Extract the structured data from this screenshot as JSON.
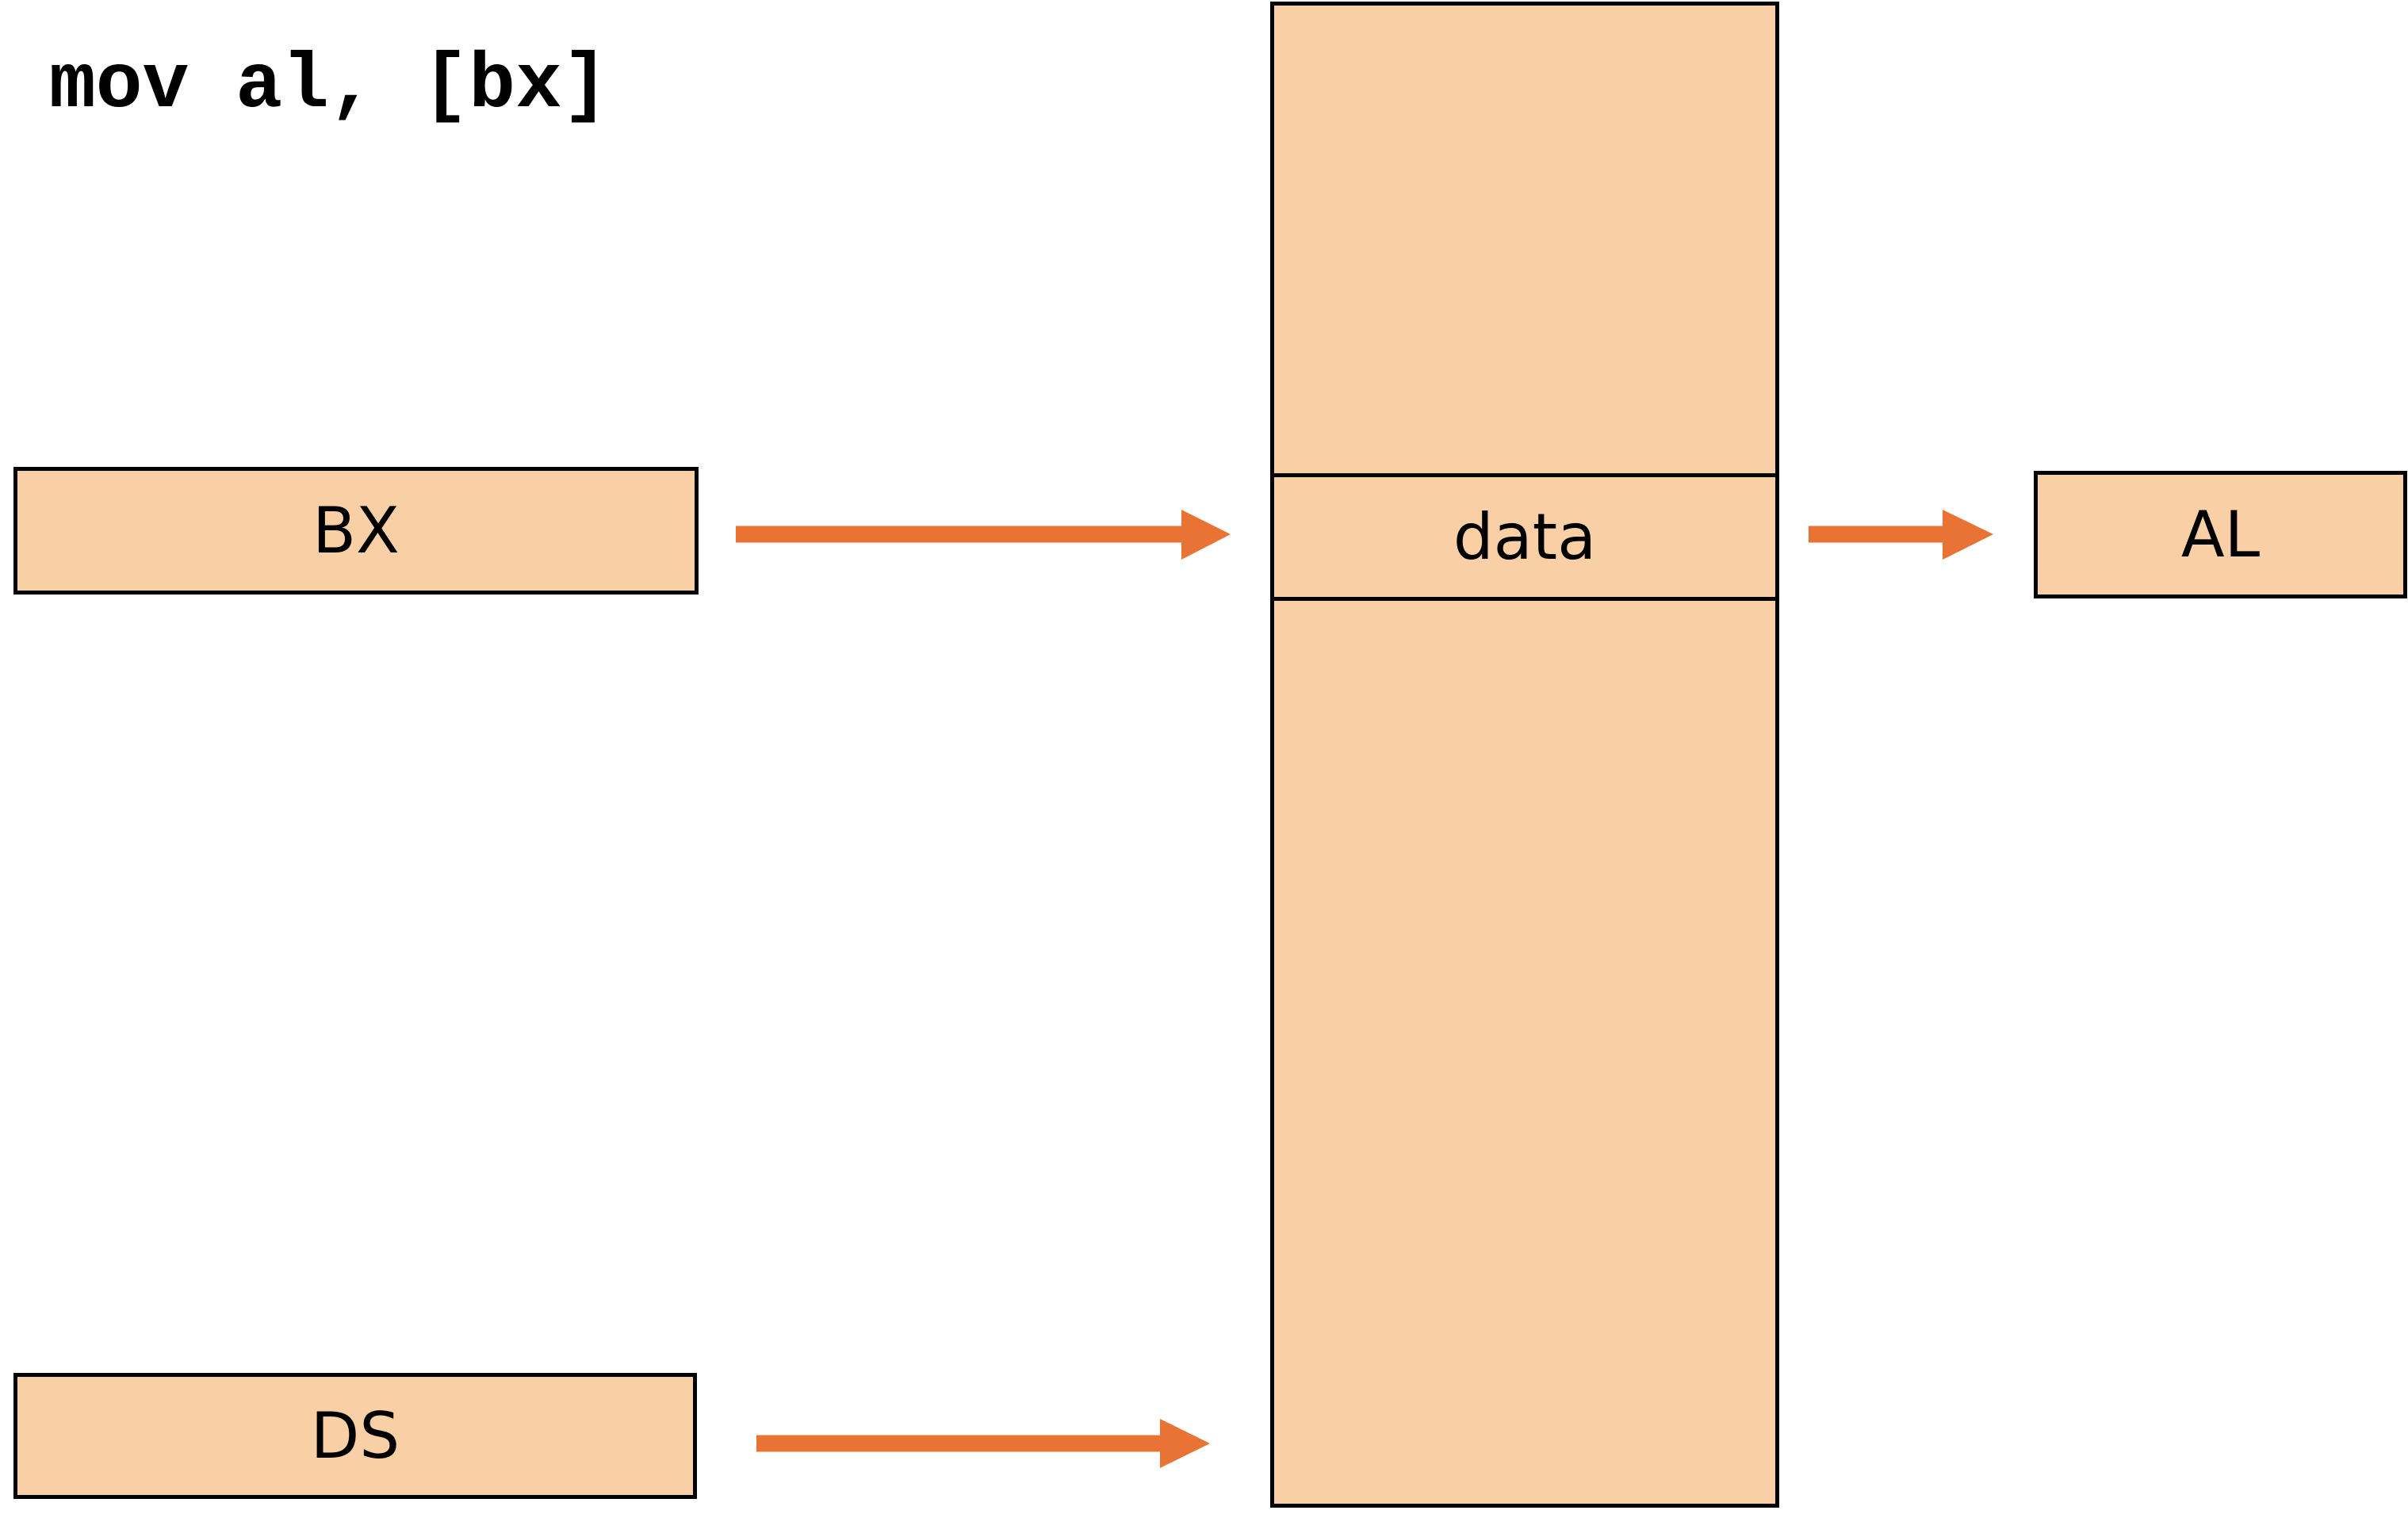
{
  "instruction": "mov al, [bx]",
  "registers": {
    "bx": {
      "label": "BX"
    },
    "ds": {
      "label": "DS"
    },
    "al": {
      "label": "AL"
    }
  },
  "memory": {
    "cell_label": "data"
  },
  "colors": {
    "box_fill": "#f9cfa6",
    "border": "#000000",
    "arrow": "#e87334"
  }
}
